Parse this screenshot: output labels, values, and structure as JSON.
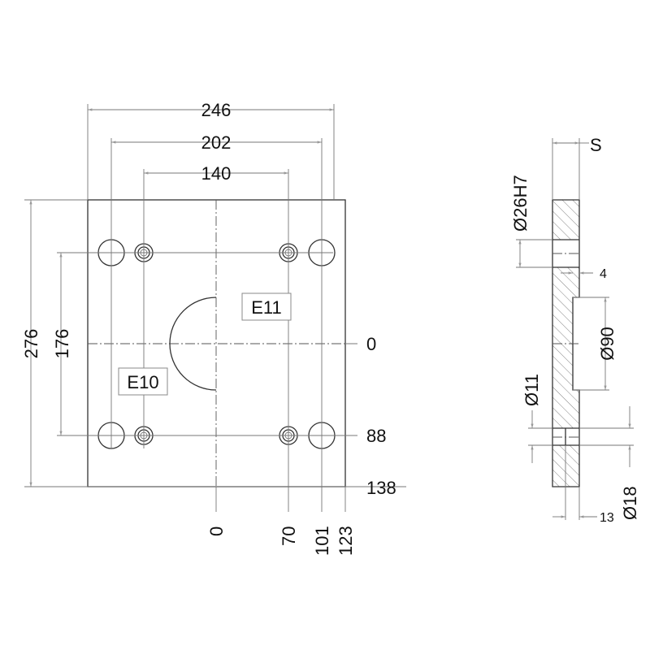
{
  "front_view": {
    "dims_horizontal": {
      "overall": "246",
      "outer_holes": "202",
      "inner_holes": "140"
    },
    "dims_vertical": {
      "overall": "276",
      "hole_spacing": "176"
    },
    "ordinates_y": {
      "zero": "0",
      "hole_row": "88",
      "edge": "138"
    },
    "ordinates_x": {
      "zero": "0",
      "inner_hole": "70",
      "outer_hole": "101",
      "edge": "123"
    },
    "labels": {
      "e11": "E11",
      "e10": "E10"
    }
  },
  "side_view": {
    "thickness": "S",
    "bore": "Ø26H7",
    "recess_depth": "4",
    "recess_diameter": "Ø90",
    "hole_diameter": "Ø11",
    "counterbore_diameter": "Ø18",
    "counterbore_depth": "13"
  }
}
